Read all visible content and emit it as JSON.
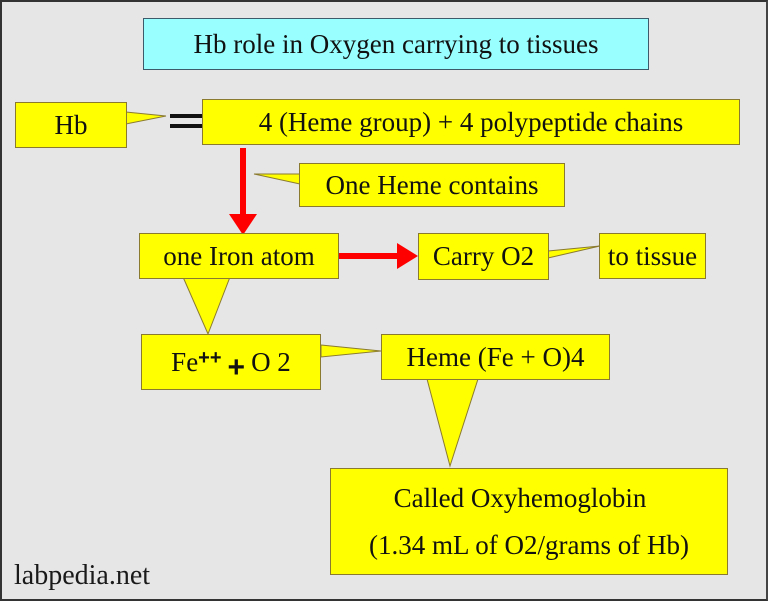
{
  "diagram": {
    "title": "Hb role in Oxygen carrying to tissues",
    "nodes": {
      "hb": "Hb",
      "composition": "4 (Heme group) + 4 polypeptide chains",
      "one_heme": "One Heme contains",
      "iron_atom": "one Iron atom",
      "carry_o2": "Carry O2",
      "to_tissue": "to tissue",
      "fe": "Fe",
      "fe_charge": "++",
      "plus": "+",
      "o2": "O 2",
      "heme_fe_o": "Heme (Fe + O)4",
      "oxyhemoglobin_line1": "Called Oxyhemoglobin",
      "oxyhemoglobin_line2": "(1.34 mL of O2/grams of Hb)"
    },
    "equals_symbol": "=",
    "colors": {
      "background": "#e6e6e6",
      "title_box": "#99ffff",
      "node_box": "#ffff00",
      "arrow": "#ff0000"
    }
  },
  "watermark": "labpedia.net"
}
